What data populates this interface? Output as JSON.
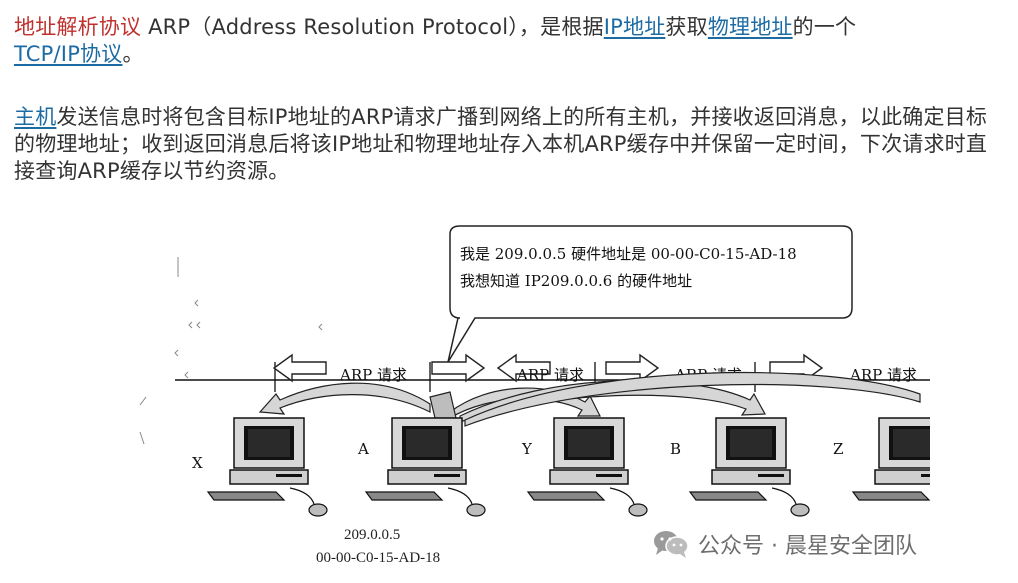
{
  "paragraph1": {
    "term": "地址解析协议",
    "text1": " ARP（Address Resolution Protocol），是根据",
    "link1": "IP地址",
    "text2": "获取",
    "link2": "物理地址",
    "text3": "的一个",
    "link3": "TCP/IP协议",
    "text4": "。"
  },
  "paragraph2": {
    "link": "主机",
    "text": "发送信息时将包含目标IP地址的ARP请求广播到网络上的所有主机，并接收返回消息，以此确定目标的物理地址；收到返回消息后将该IP地址和物理地址存入本机ARP缓存中并保留一定时间，下次请求时直接查询ARP缓存以节约资源。"
  },
  "diagram": {
    "bubble_line1": "我是 209.0.0.5  硬件地址是 00-00-C0-15-AD-18",
    "bubble_line2": "我想知道 IP209.0.0.6 的硬件地址",
    "arrow_labels": [
      "ARP 请求",
      "ARP 请求",
      "ARP 请求",
      "ARP 请求"
    ],
    "hosts": [
      "X",
      "A",
      "Y",
      "B",
      "Z"
    ],
    "caption_ip": "209.0.0.5",
    "caption_mac": "00-00-C0-15-AD-18"
  },
  "watermark": {
    "text": "公众号 · 晨星安全团队",
    "icon": "wechat-icon"
  }
}
